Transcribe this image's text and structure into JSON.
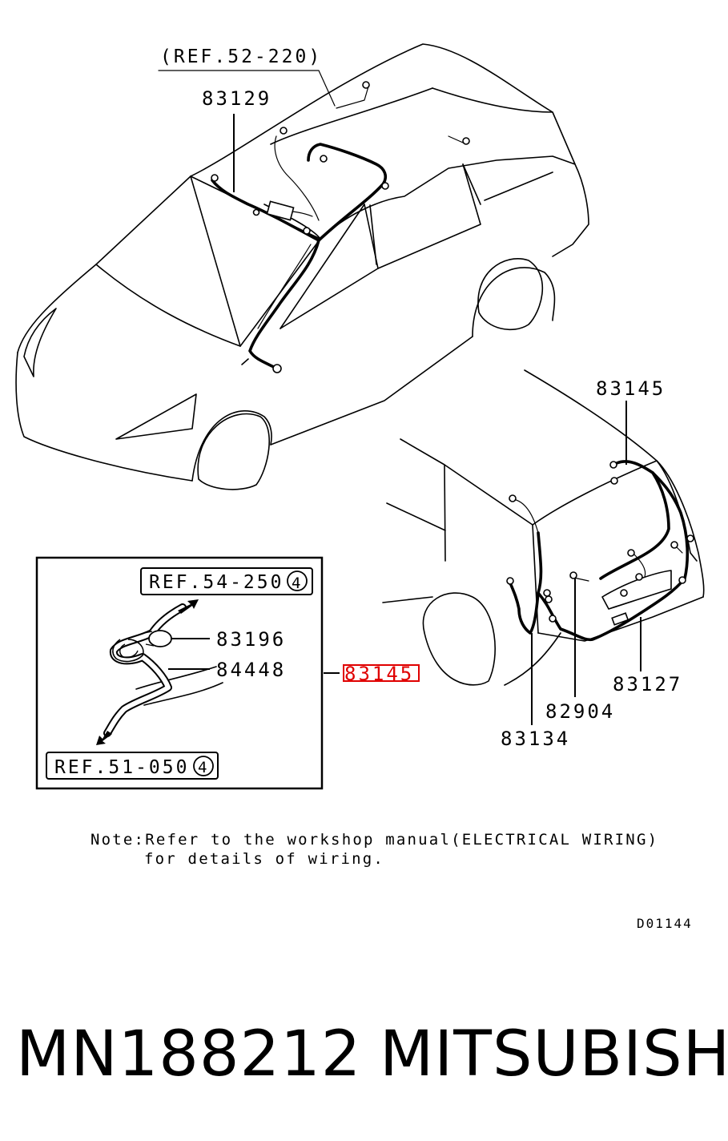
{
  "diagram": {
    "ref_top": "(REF.52-220)",
    "callouts": {
      "c83129": "83129",
      "c83145_top": "83145",
      "c83196": "83196",
      "c84448": "84448",
      "c83145_highlight": "83145",
      "c83127": "83127",
      "c82904": "82904",
      "c83134": "83134"
    },
    "inset": {
      "ref_upper": "REF.54-250",
      "ref_upper_num": "4",
      "ref_lower": "REF.51-050",
      "ref_lower_num": "4"
    },
    "highlight_color": "#e00000",
    "note_line1": "Note:Refer to the workshop manual(ELECTRICAL WIRING)",
    "note_line2": "for details of wiring.",
    "drawing_code": "D01144"
  },
  "footer": {
    "part_number": "MN188212",
    "brand": "MITSUBISHI"
  }
}
